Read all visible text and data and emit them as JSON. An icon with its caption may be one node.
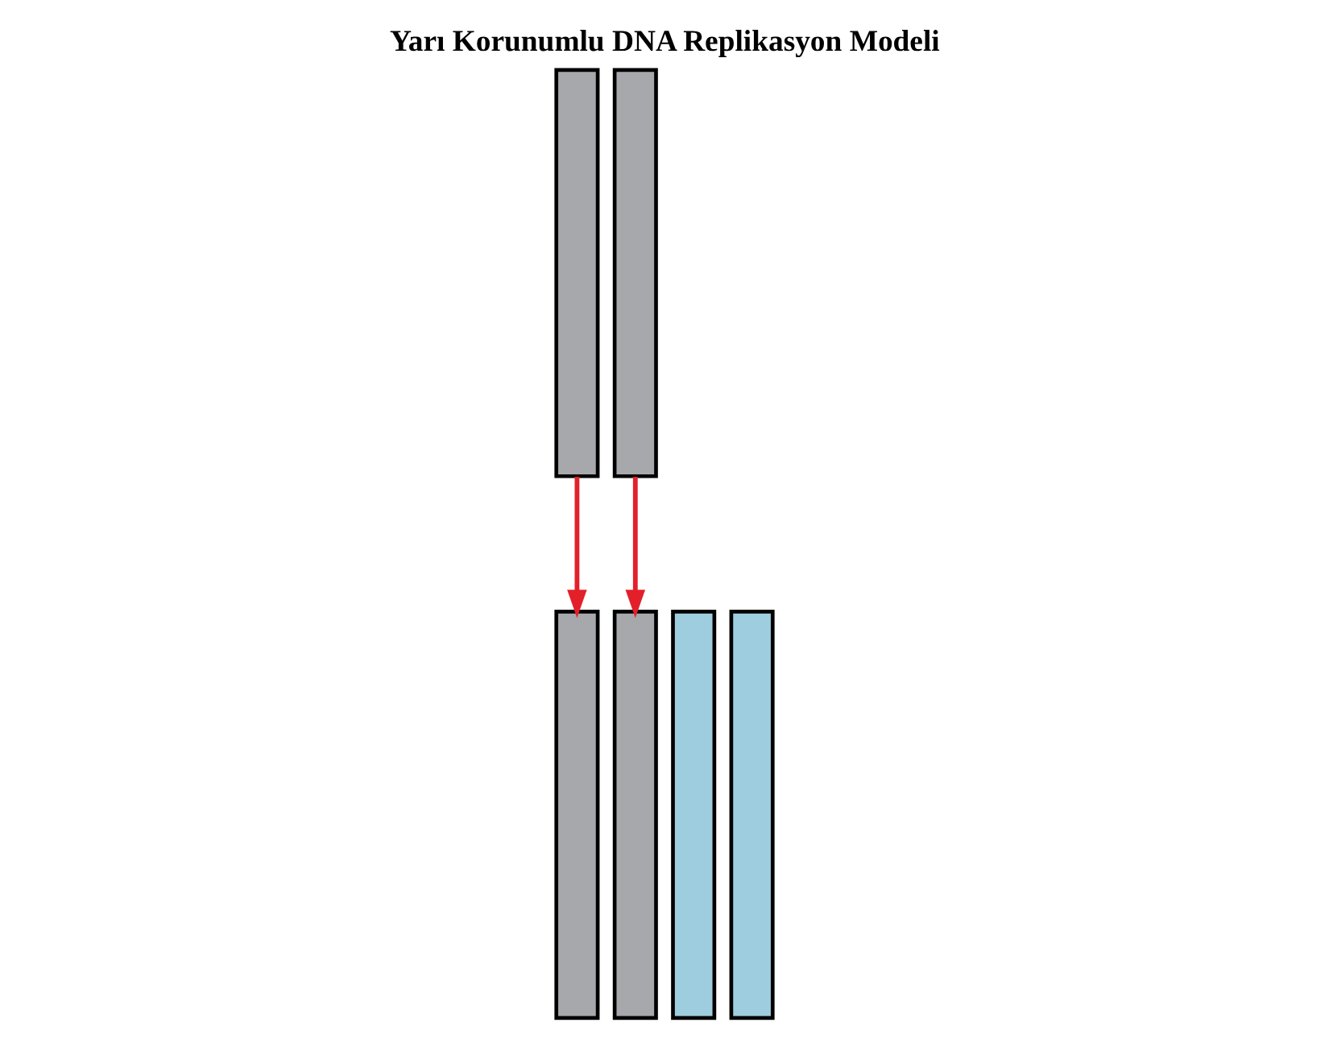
{
  "diagram": {
    "title": "Yarı Korunumlu DNA Replikasyon Modeli",
    "nodes": [
      {
        "text": [],
        "shape": "bar"
      },
      {
        "text": [],
        "shape": "bar"
      },
      {
        "text": [],
        "shape": "bar"
      },
      {
        "text": [],
        "shape": "bar"
      },
      {
        "text": [],
        "shape": "bar"
      },
      {
        "text": [],
        "shape": "bar"
      }
    ],
    "edges": [
      {
        "from": 0,
        "to": 2,
        "arrow": "to"
      },
      {
        "from": 1,
        "to": 5,
        "arrow": "to"
      }
    ]
  }
}
